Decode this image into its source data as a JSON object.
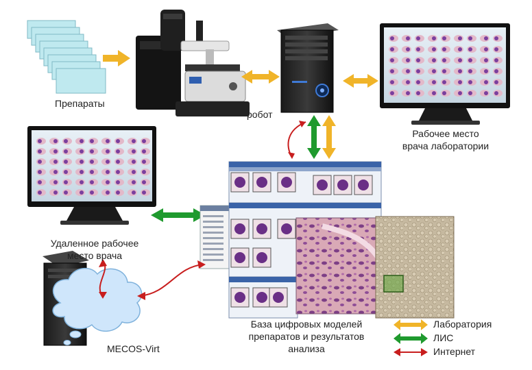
{
  "labels": {
    "slides": "Препараты",
    "robot": "робот",
    "lab_workstation_line1": "Рабочее место",
    "lab_workstation_line2": "врача лаборатории",
    "remote_workstation_line1": "Удаленное рабочее",
    "remote_workstation_line2": "место врача",
    "database_line1": "База цифровых моделей",
    "database_line2": "препаратов и результатов",
    "database_line3": "анализа",
    "cloud": "MECOS-Virt"
  },
  "legend": [
    {
      "label": "Лаборатория",
      "color": "#f0b429",
      "style": "double-arrow"
    },
    {
      "label": "ЛИС",
      "color": "#1f9a2e",
      "style": "double-arrow"
    },
    {
      "label": "Интернет",
      "color": "#c81e1e",
      "style": "thin-double-arrow"
    }
  ],
  "colors": {
    "lab": "#f0b429",
    "lis": "#1f9a2e",
    "internet": "#c81e1e",
    "slide": "#bfe9ef",
    "cell": "#7b3f9e",
    "screen_bg": "#d6e4ee",
    "cloud": "#cfe6fb"
  },
  "icons": [
    "slides-stack-icon",
    "microscope-robot-icon",
    "server-tower-icon",
    "monitor-icon",
    "cloud-icon",
    "database-screens-icon"
  ]
}
